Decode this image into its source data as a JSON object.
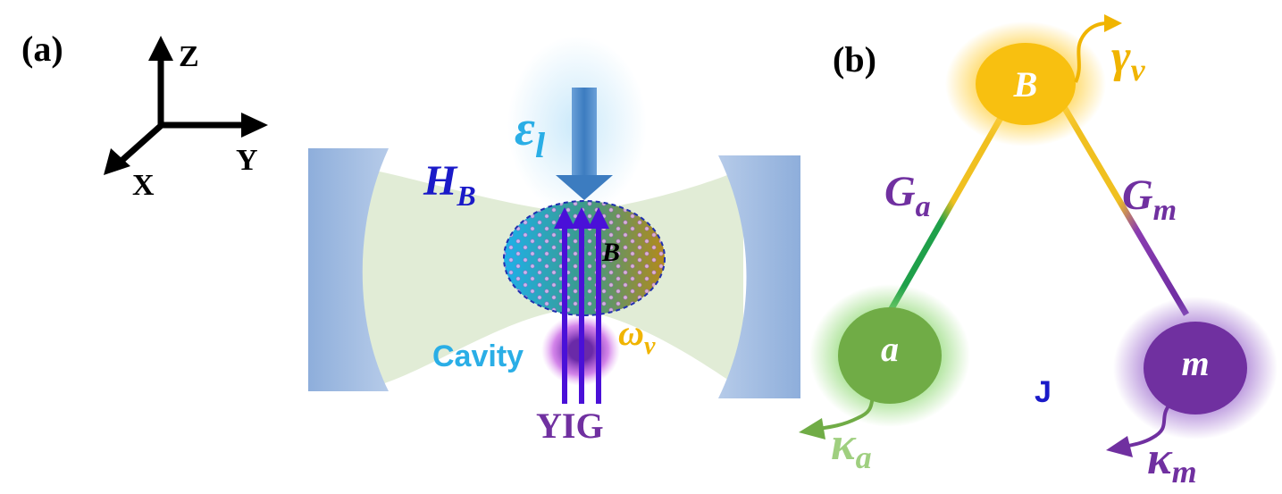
{
  "panel_a": {
    "label": "(a)",
    "axes": {
      "z": "Z",
      "y": "Y",
      "x": "X"
    },
    "drive": {
      "symbol": "ε",
      "subscript": "l"
    },
    "field": {
      "symbol": "H",
      "subscript": "B"
    },
    "ellipsoid_label": "B",
    "frequency": {
      "symbol": "ω",
      "subscript": "ν"
    },
    "cavity_label": "Cavity",
    "yig_label": "YIG"
  },
  "panel_b": {
    "label": "(b)",
    "nodes": {
      "top": "B",
      "left": "a",
      "right": "m"
    },
    "couplings": {
      "left": {
        "symbol": "G",
        "subscript": "a"
      },
      "right": {
        "symbol": "G",
        "subscript": "m"
      },
      "bottom": "J"
    },
    "decays": {
      "top": {
        "symbol": "γ",
        "subscript": "ν"
      },
      "left": {
        "symbol": "κ",
        "subscript": "a"
      },
      "right": {
        "symbol": "κ",
        "subscript": "m"
      }
    }
  },
  "colors": {
    "mirror": "#9bb8dd",
    "beam": "#dcebd0",
    "arrow_blue": "#4a86c8",
    "cavity_blue": "#2aaee6",
    "violet": "#4a10d8",
    "purple": "#7030a0",
    "orange": "#f0b400",
    "green": "#6aaa3a",
    "light_green": "#9fcf7f",
    "navy": "#1a1ac8"
  }
}
